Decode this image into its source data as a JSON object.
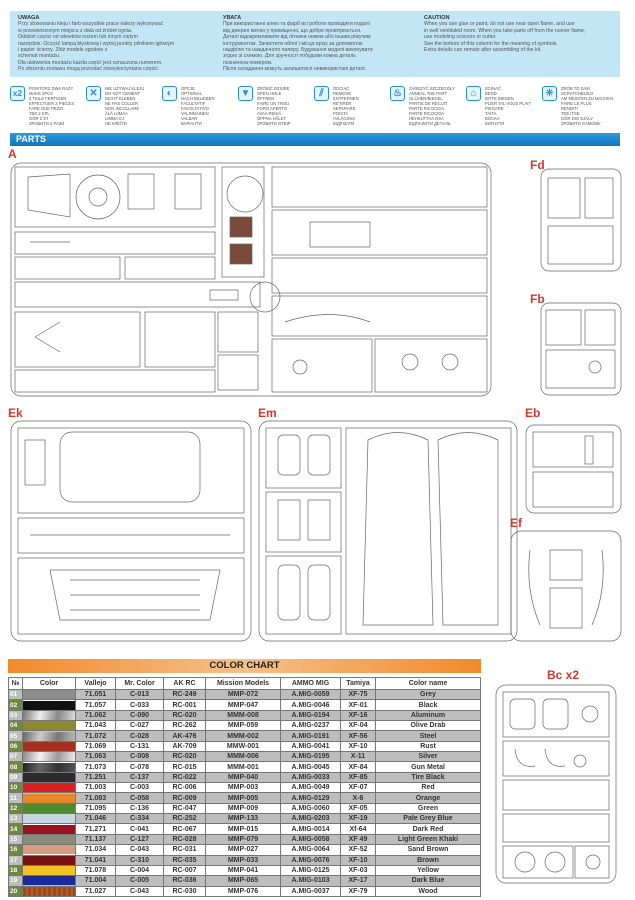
{
  "caution": [
    {
      "title": "UWAGA",
      "lines": [
        "Przy stosowaniu kleju i farb wszystkie prace należy wykonywać",
        "w przewietrzonym miejscu z dala od źródeł ognia.",
        "Oddziel części od wlewków nożem lub innym ciętym",
        "narzędzie. Oczyść lampą błyskową i wytnij punkty pilnikiem igłowym",
        "i papier ścierny. Złóż modele zgodnie z",
        "schemat montażu.",
        "Dla ułatwienia montażu każda część jest oznaczona numerem.",
        "Po złożeniu zestawu mogą pozostać niewykorzystane części."
      ]
    },
    {
      "title": "УВАГА",
      "lines": [
        "При використанні клею та фарб всі роботи проводити подалі",
        "від джерел вогню у приміщенні, що добре провітрюється.",
        "Деталі відокремлювати від літника ножем або іншим ріжучим",
        "інструментом. Зачистити облої і місця врізу за допомогою",
        "надфілю та наждачного паперу. Будування моделі виконувати",
        "згідно зі схемою. Для зручності побудови кожна деталь",
        "позначена номером.",
        "Після складання можуть залишитися невикористані деталі."
      ]
    },
    {
      "title": "CAUTION",
      "lines": [
        "When you use glue or paint, do not use near open flame, and use",
        "in well ventilated room. When you take parts off from the runner flame,",
        "use modeling scissors or cutter.",
        "See the bottom of this column for the meaning of symbols.",
        "Extra details can remain after assembling of the kit."
      ]
    }
  ],
  "symbols": [
    {
      "icon": "x2-icon",
      "glyph": "x2",
      "lines": [
        "POWTÓRZ DWA RAZY",
        "MAKE 2pcs",
        "2 TEILE FERTIGEN",
        "EFFECTUER 2 PIECES",
        "FARE DUE PEZZI",
        "TEE 2 KPL",
        "GÖR 2 ST",
        "ЗРОБИТИ 2 РАЗИ"
      ]
    },
    {
      "icon": "no-glue-icon",
      "glyph": "✕",
      "lines": [
        "NIE UŻYWAJ KLEJU",
        "DO NOT CEMENT",
        "NICHT KLEBEN",
        "NE PAS COLLER",
        "NON INCOLLARE",
        "ÄLÄ LIIMAA",
        "LIMMA EJ",
        "НЕ КЛЕЇТИ"
      ]
    },
    {
      "icon": "optional-icon",
      "glyph": "◐",
      "lines": [
        "OPCJE",
        "OPTIONAL",
        "NACH BELIEBEN",
        "FACULTATIF",
        "FACOLTATIVO",
        "VALINNAINEN",
        "VALBAR",
        "ВАРІАНТИ"
      ]
    },
    {
      "icon": "open-hole-icon",
      "glyph": "▼",
      "lines": [
        "ZRÓBIĆ DZIURĘ",
        "OPEN HOLE",
        "ÖFFNEN",
        "FAIRE UN TROU",
        "FORO APERTO",
        "AVAA REIKÄ",
        "ÖPPNA HÅLET",
        "ЗРОБИТИ ОТВІР"
      ]
    },
    {
      "icon": "remove-icon",
      "glyph": "⫽",
      "lines": [
        "ODCIĄĆ",
        "REMOVE",
        "ENTFERNEN",
        "RETIRER",
        "SEPARARE",
        "POISTA",
        "AVLÄGSNA",
        "ВІДРІЗАТИ"
      ]
    },
    {
      "icon": "anneal-icon",
      "glyph": "♨",
      "lines": [
        "ZAREZYĆ SZCZEGÓŁY",
        "ANNEAL THE PART",
        "GLÜHEN/BIEGEL",
        "PARTIE DE RECUIT",
        "PARTE RICOCIDA",
        "PARTE RICOCIDA",
        "HEHKUTTAA OSA",
        "ВІДПАЛИТИ ДЕТАЛЬ"
      ]
    },
    {
      "icon": "bend-icon",
      "glyph": "⌂",
      "lines": [
        "ZGINAĆ",
        "BEND",
        "BITTE BIEGEN",
        "PLIER S'IL VOUS PLAIT",
        "PIEGARE",
        "TAITA",
        "BÖCKA",
        "ВИГНУТИ"
      ]
    },
    {
      "icon": "scratchbuild-icon",
      "glyph": "✳",
      "lines": [
        "ZRÓB TO SAM",
        "SCRATCHBUILD",
        "AM MEISTEN ZU MACHEN",
        "FAIRE LE PLUS",
        "RENDITI",
        "TEE ITSE",
        "GÖR DIG SJÄLV",
        "ЗРОБИТИ САМОМУ"
      ]
    }
  ],
  "parts_title": "PARTS",
  "sprues": {
    "A": "A",
    "Fd": "Fd",
    "Fb": "Fb",
    "Ek": "Ek",
    "Em": "Em",
    "Eb": "Eb",
    "Ef": "Ef",
    "Bc": "Bc x2"
  },
  "color_chart": {
    "title": "COLOR CHART",
    "headers": [
      "№",
      "Color",
      "Vallejo",
      "Mr. Color",
      "AK RC",
      "Mission Models",
      "AMMO MIG",
      "Tamiya",
      "Color name"
    ],
    "rows": [
      {
        "n": "01",
        "swatch": "#8c8c8c",
        "vallejo": "71.051",
        "mr": "C-013",
        "ak": "RC-249",
        "mm": "MMP-072",
        "ammo": "A.MIG-0059",
        "tamiya": "XF-75",
        "name": "Grey"
      },
      {
        "n": "02",
        "swatch": "#111111",
        "vallejo": "71.057",
        "mr": "C-033",
        "ak": "RC-001",
        "mm": "MMP-047",
        "ammo": "A.MIG-0046",
        "tamiya": "XF-01",
        "name": "Black"
      },
      {
        "n": "03",
        "swatch": "linear-gradient(100deg,#777,#eee,#888,#ddd)",
        "vallejo": "71.062",
        "mr": "C-090",
        "ak": "RC-020",
        "mm": "MMM-008",
        "ammo": "A.MIG-0194",
        "tamiya": "XF-16",
        "name": "Aluminum"
      },
      {
        "n": "04",
        "swatch": "#8b8a2e",
        "vallejo": "71.043",
        "mr": "C-027",
        "ak": "RC-262",
        "mm": "MMP-059",
        "ammo": "A.MIG-0237",
        "tamiya": "XF-04",
        "name": "Olive Drab"
      },
      {
        "n": "05",
        "swatch": "linear-gradient(100deg,#666,#ccc,#777,#bbb)",
        "vallejo": "71.072",
        "mr": "C-028",
        "ak": "AK-476",
        "mm": "MMM-002",
        "ammo": "A.MIG-0191",
        "tamiya": "XF-56",
        "name": "Steel"
      },
      {
        "n": "06",
        "swatch": "#a5301e",
        "vallejo": "71.069",
        "mr": "C-131",
        "ak": "AK-709",
        "mm": "MMW-001",
        "ammo": "A.MIG-0041",
        "tamiya": "XF-10",
        "name": "Rust"
      },
      {
        "n": "07",
        "swatch": "linear-gradient(100deg,#888,#f4f4f4,#999,#eee)",
        "vallejo": "71.063",
        "mr": "C-008",
        "ak": "RC-020",
        "mm": "MMM-006",
        "ammo": "A.MIG-0195",
        "tamiya": "X-11",
        "name": "Silver"
      },
      {
        "n": "08",
        "swatch": "linear-gradient(100deg,#222,#666,#333,#555)",
        "vallejo": "71.073",
        "mr": "C-078",
        "ak": "RC-015",
        "mm": "MMM-001",
        "ammo": "A.MIG-0045",
        "tamiya": "XF-84",
        "name": "Gun Metal"
      },
      {
        "n": "09",
        "swatch": "#2b2b2e",
        "vallejo": "71.251",
        "mr": "C-137",
        "ak": "RC-022",
        "mm": "MMP-040",
        "ammo": "A.MIG-0033",
        "tamiya": "XF-85",
        "name": "Tire Black"
      },
      {
        "n": "10",
        "swatch": "#d62222",
        "vallejo": "71.003",
        "mr": "C-003",
        "ak": "RC-006",
        "mm": "MMP-003",
        "ammo": "A.MIG-0049",
        "tamiya": "XF-07",
        "name": "Red"
      },
      {
        "n": "11",
        "swatch": "#e8862c",
        "vallejo": "71.083",
        "mr": "C-058",
        "ak": "RC-009",
        "mm": "MMP-005",
        "ammo": "A.MIG-0129",
        "tamiya": "X-6",
        "name": "Orange"
      },
      {
        "n": "12",
        "swatch": "#4f8a2c",
        "vallejo": "71.095",
        "mr": "C-136",
        "ak": "RC-047",
        "mm": "MMP-009",
        "ammo": "A.MIG-0060",
        "tamiya": "XF-05",
        "name": "Green"
      },
      {
        "n": "13",
        "swatch": "#c8d6e2",
        "vallejo": "71.046",
        "mr": "C-334",
        "ak": "RC-252",
        "mm": "MMP-133",
        "ammo": "A.MIG-0203",
        "tamiya": "XF-19",
        "name": "Pale Grey Blue"
      },
      {
        "n": "14",
        "swatch": "#9a1222",
        "vallejo": "71.271",
        "mr": "C-041",
        "ak": "RC-067",
        "mm": "MMP-015",
        "ammo": "A.MIG-0014",
        "tamiya": "Xf-64",
        "name": "Dark Red"
      },
      {
        "n": "15",
        "swatch": "#8a8a7a",
        "vallejo": "71.137",
        "mr": "C-127",
        "ak": "RC-028",
        "mm": "MMP-079",
        "ammo": "A.MIG-0058",
        "tamiya": "XF 49",
        "name": "Light Green Khaki"
      },
      {
        "n": "16",
        "swatch": "#d49c80",
        "vallejo": "71.034",
        "mr": "C-043",
        "ak": "RC-031",
        "mm": "MMP-027",
        "ammo": "A.MIG-0064",
        "tamiya": "XF-52",
        "name": "Sand Brown"
      },
      {
        "n": "17",
        "swatch": "#7a1414",
        "vallejo": "71.041",
        "mr": "C-310",
        "ak": "RC-035",
        "mm": "MMP-033",
        "ammo": "A.MIG-0076",
        "tamiya": "XF-10",
        "name": "Brown"
      },
      {
        "n": "18",
        "swatch": "#f0c222",
        "vallejo": "71.078",
        "mr": "C-004",
        "ak": "RC-007",
        "mm": "MMP-041",
        "ammo": "A.MIG-0125",
        "tamiya": "XF-03",
        "name": "Yellow"
      },
      {
        "n": "19",
        "swatch": "#1a2a9c",
        "vallejo": "71.004",
        "mr": "C-005",
        "ak": "RC-036",
        "mm": "MMP-065",
        "ammo": "A.MIG-0103",
        "tamiya": "XF-17",
        "name": "Dark Blue"
      },
      {
        "n": "20",
        "swatch": "repeating-linear-gradient(90deg,#9a4a1a 0 3px,#b0602a 3px 5px)",
        "vallejo": "71.027",
        "mr": "C-043",
        "ak": "RC-030",
        "mm": "MMP-076",
        "ammo": "A.MIG-0037",
        "tamiya": "XF-79",
        "name": "Wood"
      }
    ]
  }
}
